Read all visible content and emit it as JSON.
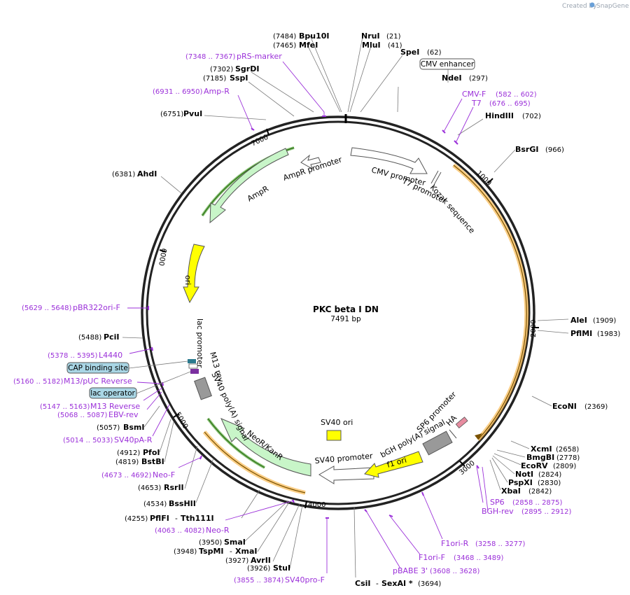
{
  "credit": {
    "prefix": "Created by",
    "brand": "SnapGene"
  },
  "plasmid": {
    "name": "PKC beta I DN",
    "length": "7491 bp"
  },
  "ticks": [
    "1000",
    "2000",
    "3000",
    "4000",
    "5000",
    "6000",
    "7000"
  ],
  "sites": [
    {
      "name": "Bpu10I",
      "pos": "(7484)"
    },
    {
      "name": "MfeI",
      "pos": "(7465)"
    },
    {
      "name": "NruI",
      "pos": "(21)"
    },
    {
      "name": "MluI",
      "pos": "(41)"
    },
    {
      "name": "SpeI",
      "pos": "(62)"
    },
    {
      "name": "SgrDI",
      "pos": "(7302)"
    },
    {
      "name": "SspI",
      "pos": "(7185)"
    },
    {
      "name": "NdeI",
      "pos": "(297)"
    },
    {
      "name": "PvuI",
      "pos": "(6751)"
    },
    {
      "name": "HindIII",
      "pos": "(702)"
    },
    {
      "name": "BsrGI",
      "pos": "(966)"
    },
    {
      "name": "AhdI",
      "pos": "(6381)"
    },
    {
      "name": "AleI",
      "pos": "(1909)"
    },
    {
      "name": "PflMI",
      "pos": "(1983)"
    },
    {
      "name": "PciI",
      "pos": "(5488)"
    },
    {
      "name": "EcoNI",
      "pos": "(2369)"
    },
    {
      "name": "XcmI",
      "pos": "(2658)"
    },
    {
      "name": "BmgBI",
      "pos": "(2778)"
    },
    {
      "name": "EcoRV",
      "pos": "(2809)"
    },
    {
      "name": "NotI",
      "pos": "(2824)"
    },
    {
      "name": "PspXI",
      "pos": "(2830)"
    },
    {
      "name": "XbaI",
      "pos": "(2842)"
    },
    {
      "name": "BsmI",
      "pos": "(5057)"
    },
    {
      "name": "PfoI",
      "pos": "(4912)"
    },
    {
      "name": "BstBI",
      "pos": "(4819)"
    },
    {
      "name": "RsrII",
      "pos": "(4653)"
    },
    {
      "name": "BssHII",
      "pos": "(4534)"
    },
    {
      "name": "PflFI",
      "pos": "(4255)"
    },
    {
      "name": "Tth111I",
      "pos": ""
    },
    {
      "name": "SmaI",
      "pos": "(3950)"
    },
    {
      "name": "TspMI",
      "pos": "(3948)"
    },
    {
      "name": "XmaI",
      "pos": ""
    },
    {
      "name": "AvrII",
      "pos": "(3927)"
    },
    {
      "name": "StuI",
      "pos": "(3926)"
    },
    {
      "name": "CsiI",
      "pos": ""
    },
    {
      "name": "SexAI *",
      "pos": "(3694)"
    }
  ],
  "primers": [
    {
      "name": "pRS-marker",
      "range": "(7348 .. 7367)"
    },
    {
      "name": "Amp-R",
      "range": "(6931 .. 6950)"
    },
    {
      "name": "CMV-F",
      "range": "(582 .. 602)"
    },
    {
      "name": "T7",
      "range": "(676 .. 695)"
    },
    {
      "name": "pBR322ori-F",
      "range": "(5629 .. 5648)"
    },
    {
      "name": "L4440",
      "range": "(5378 .. 5395)"
    },
    {
      "name": "M13/pUC Reverse",
      "range": "(5160 .. 5182)"
    },
    {
      "name": "M13 Reverse",
      "range": "(5147 .. 5163)"
    },
    {
      "name": "EBV-rev",
      "range": "(5068 .. 5087)"
    },
    {
      "name": "SV40pA-R",
      "range": "(5014 .. 5033)"
    },
    {
      "name": "Neo-F",
      "range": "(4673 .. 4692)"
    },
    {
      "name": "Neo-R",
      "range": "(4063 .. 4082)"
    },
    {
      "name": "SV40pro-F",
      "range": "(3855 .. 3874)"
    },
    {
      "name": "SP6",
      "range": "(2858 .. 2875)"
    },
    {
      "name": "BGH-rev",
      "range": "(2895 .. 2912)"
    },
    {
      "name": "F1ori-R",
      "range": "(3258 .. 3277)"
    },
    {
      "name": "F1ori-F",
      "range": "(3468 .. 3489)"
    },
    {
      "name": "pBABE 3'",
      "range": "(3608 .. 3628)"
    }
  ],
  "boxed_features": [
    "CMV enhancer",
    "CAP binding site",
    "lac operator"
  ],
  "features": {
    "cmv_promoter": "CMV promoter",
    "t7_promoter": "T7 promoter",
    "kozak": "Kozak sequence",
    "ampr_promoter": "AmpR promoter",
    "ampr": "AmpR",
    "ori": "ori",
    "lac_promoter": "lac promoter",
    "m13_rev": "M13 rev",
    "sv40_polya": "SV40 poly(A) signal",
    "neor": "NeoR/KanR",
    "sv40_ori": "SV40 ori",
    "sv40_promoter": "SV40 promoter",
    "f1_ori": "f1 ori",
    "bgh": "bGH poly(A) signal",
    "sp6_promoter": "SP6 promoter",
    "ha": "HA"
  },
  "colors": {
    "backbone": "#222222",
    "orange_feature": "#f5a623",
    "green_feature": "#3c9a1e",
    "ampr_fill": "#c8f5c8",
    "ori_fill": "#ffff00",
    "primer": "#9b30d9",
    "boxed_blue": "#a9d6e5",
    "grey_feature": "#999999"
  }
}
